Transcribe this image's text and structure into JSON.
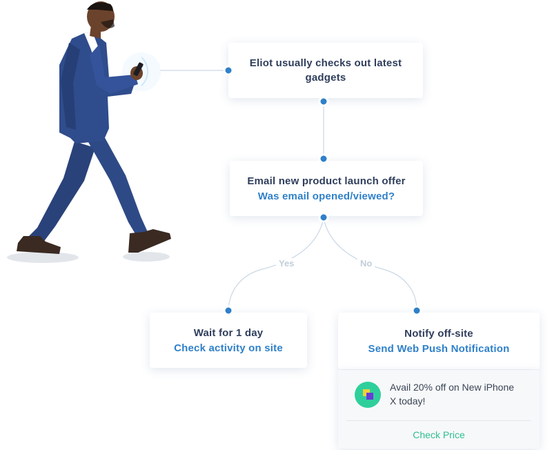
{
  "flow": {
    "start": {
      "text": "Eliot usually checks out latest gadgets"
    },
    "email": {
      "title": "Email new product launch offer",
      "question": "Was email opened/viewed?"
    },
    "branches": {
      "yes": "Yes",
      "no": "No"
    },
    "wait": {
      "title": "Wait for 1 day",
      "subtitle": "Check activity on site"
    },
    "notify": {
      "title": "Notify off-site",
      "subtitle": "Send Web Push Notification"
    }
  },
  "push_notification": {
    "message": "Avail 20% off on New iPhone X today!",
    "cta": "Check Price"
  },
  "colors": {
    "accent_blue": "#2f80c9",
    "heading_navy": "#2f3e5c",
    "cta_green": "#2fbf8c",
    "connector": "#c9d7e6"
  },
  "icons": {
    "hero": "walking-businessman-illustration",
    "brand": "app-logo-icon",
    "nodes": "connector-dot-icon"
  }
}
